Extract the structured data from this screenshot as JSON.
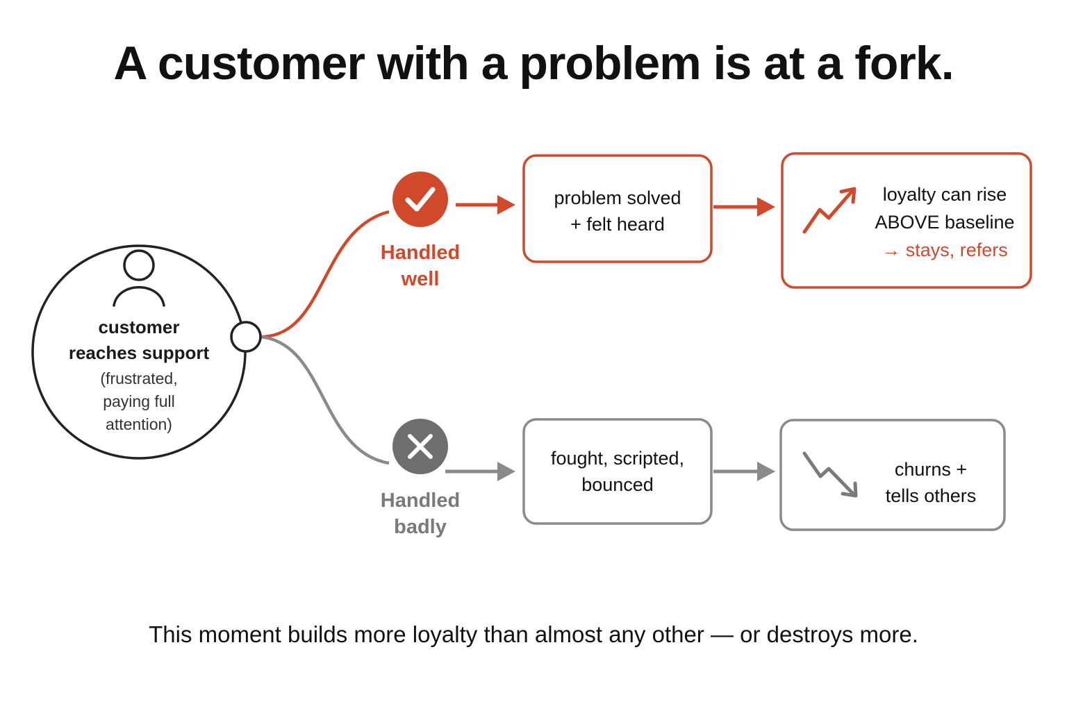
{
  "title": "A customer with a problem is at a fork.",
  "start": {
    "label_line1": "customer",
    "label_line2": "reaches support",
    "sub_line1": "(frustrated,",
    "sub_line2": "paying full",
    "sub_line3": "attention)",
    "icon": "person-icon"
  },
  "good_path": {
    "label_line1": "Handled",
    "label_line2": "well",
    "icon": "check-icon",
    "step_line1": "problem solved",
    "step_line2": "+ felt heard",
    "outcome_line1": "loyalty can rise",
    "outcome_line2": "ABOVE baseline",
    "outcome_line3": "→ stays, refers",
    "outcome_icon": "trend-up-icon"
  },
  "bad_path": {
    "label_line1": "Handled",
    "label_line2": "badly",
    "icon": "x-icon",
    "step_line1": "fought, scripted,",
    "step_line2": "bounced",
    "outcome_line1": "churns +",
    "outcome_line2": "tells others",
    "outcome_icon": "trend-down-icon"
  },
  "footer": "This moment builds more loyalty than almost any other — or destroys more.",
  "colors": {
    "accent": "#d1492b",
    "neutral": "#7a7a7a",
    "text": "#111111"
  }
}
